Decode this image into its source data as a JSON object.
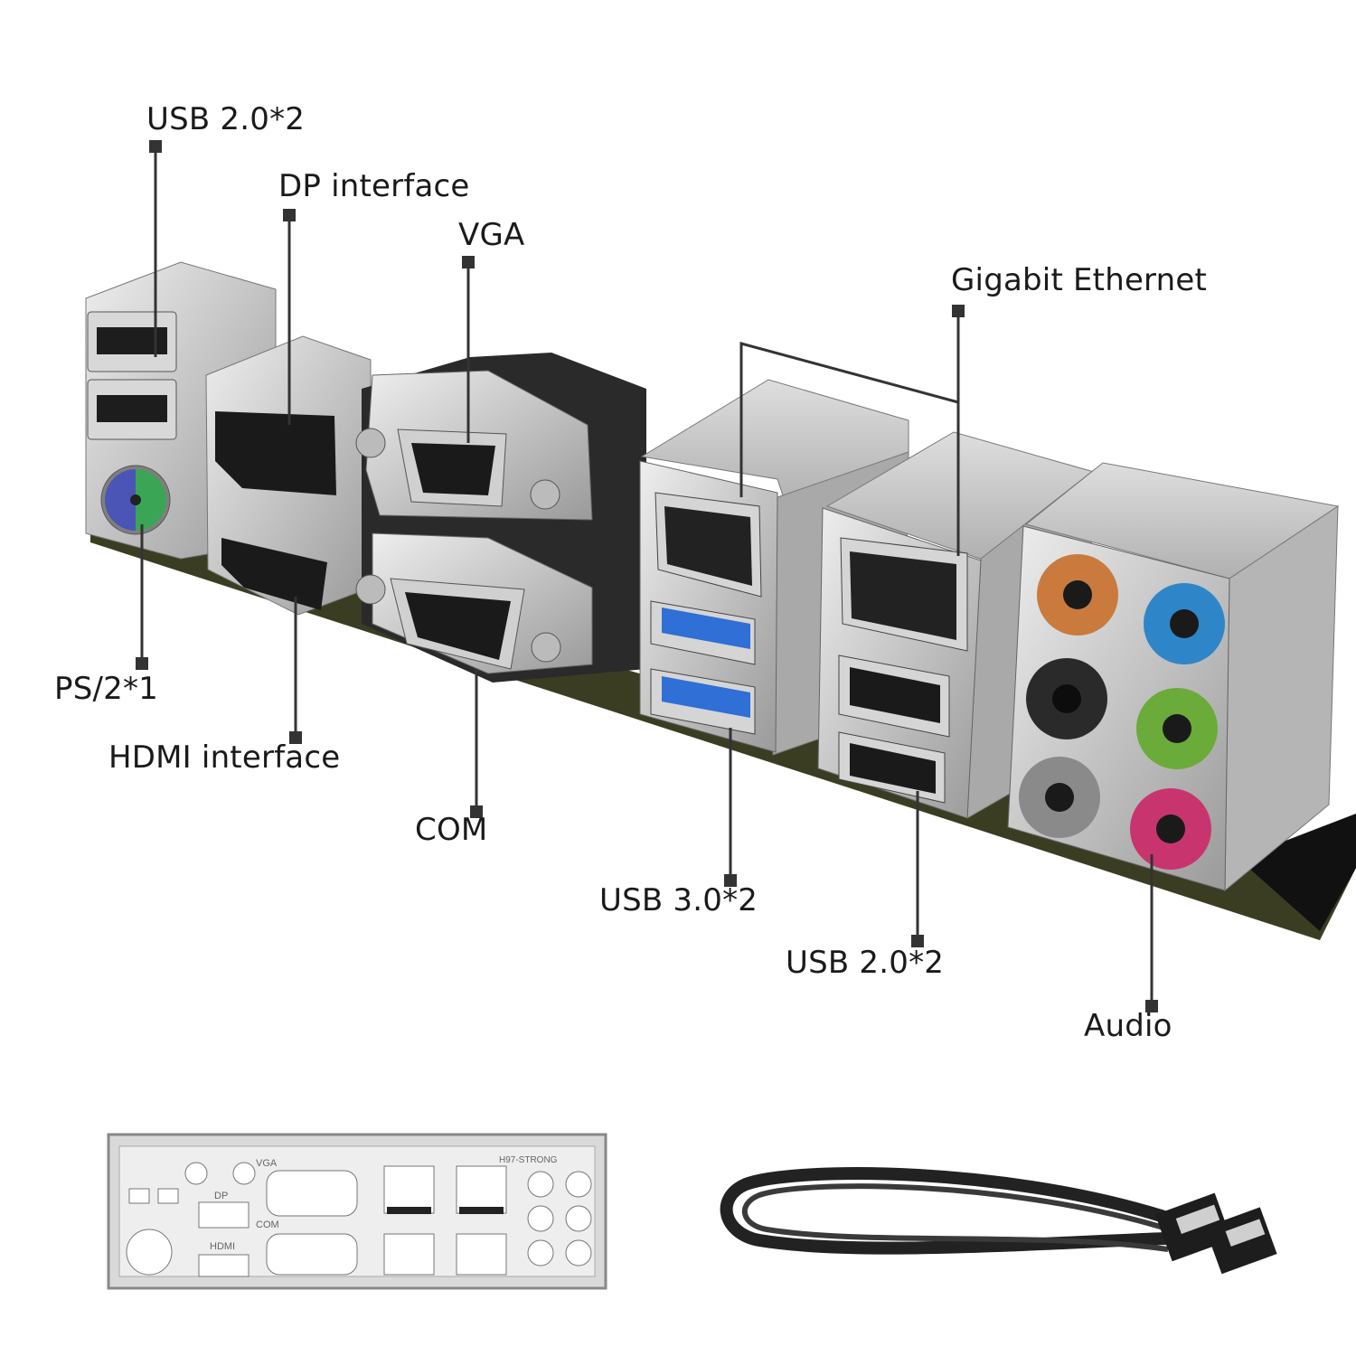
{
  "labels": {
    "usb20_top": "USB 2.0*2",
    "dp": "DP interface",
    "vga": "VGA",
    "gigabit": "Gigabit Ethernet",
    "ps2": "PS/2*1",
    "hdmi": "HDMI interface",
    "com": "COM",
    "usb30": "USB 3.0*2",
    "usb20_bottom": "USB 2.0*2",
    "audio": "Audio"
  },
  "io_shield": {
    "vga": "VGA",
    "dp": "DP",
    "hdmi": "HDMI",
    "com": "COM",
    "model": "H97-STRONG"
  },
  "colors": {
    "metal": "#c9c9c9",
    "pcb": "#3b3d22",
    "usb3_blue": "#2f6fd6",
    "audio_orange": "#c97a3c",
    "audio_blue": "#2e86c8",
    "audio_black": "#2a2a2a",
    "audio_green": "#6aab3a",
    "audio_gray": "#8a8a8a",
    "audio_pink": "#c8356e",
    "ps2_purple": "#4a55b5",
    "ps2_green": "#3aa655",
    "cable": "#222222"
  }
}
